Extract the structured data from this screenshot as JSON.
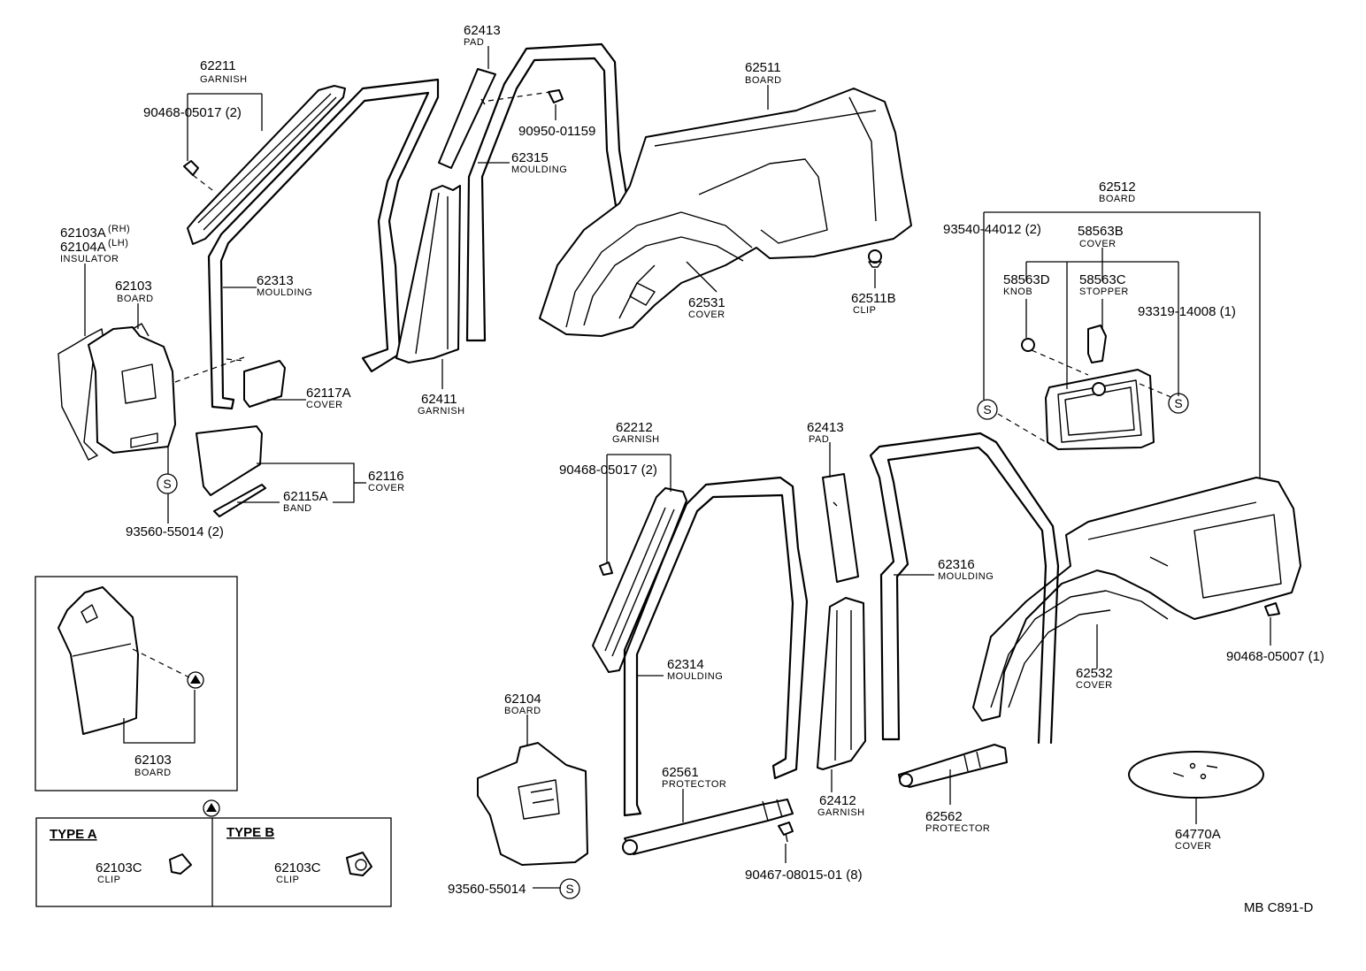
{
  "labels": {
    "g62211": {
      "num": "62211",
      "name": "GARNISH"
    },
    "f90468a": {
      "num": "90468-05017 (2)"
    },
    "ins": {
      "num1": "62103A",
      "sup1": "(RH)",
      "num2": "62104A",
      "sup2": "(LH)",
      "name": "INSULATOR"
    },
    "b62103": {
      "num": "62103",
      "name": "BOARD"
    },
    "m62313": {
      "num": "62313",
      "name": "MOULDING"
    },
    "p62413a": {
      "num": "62413",
      "name": "PAD"
    },
    "c90950": {
      "num": "90950-01159"
    },
    "m62315": {
      "num": "62315",
      "name": "MOULDING"
    },
    "g62411": {
      "num": "62411",
      "name": "GARNISH"
    },
    "c62117a": {
      "num": "62117A",
      "name": "COVER"
    },
    "c62116": {
      "num": "62116",
      "name": "COVER"
    },
    "b62115a": {
      "num": "62115A",
      "name": "BAND"
    },
    "s93560a": {
      "num": "93560-55014 (2)"
    },
    "b62511": {
      "num": "62511",
      "name": "BOARD"
    },
    "c62531": {
      "num": "62531",
      "name": "COVER"
    },
    "cl62511b": {
      "num": "62511B",
      "name": "CLIP"
    },
    "b62512": {
      "num": "62512",
      "name": "BOARD"
    },
    "s93540": {
      "num": "93540-44012 (2)"
    },
    "c58563b": {
      "num": "58563B",
      "name": "COVER"
    },
    "k58563d": {
      "num": "58563D",
      "name": "KNOB"
    },
    "st58563c": {
      "num": "58563C",
      "name": "STOPPER"
    },
    "s93319": {
      "num": "93319-14008 (1)"
    },
    "g62212": {
      "num": "62212",
      "name": "GARNISH"
    },
    "f90468b": {
      "num": "90468-05017 (2)"
    },
    "p62413b": {
      "num": "62413",
      "name": "PAD"
    },
    "m62316": {
      "num": "62316",
      "name": "MOULDING"
    },
    "m62314": {
      "num": "62314",
      "name": "MOULDING"
    },
    "c62532": {
      "num": "62532",
      "name": "COVER"
    },
    "f90468c": {
      "num": "90468-05007 (1)"
    },
    "b62104": {
      "num": "62104",
      "name": "BOARD"
    },
    "pr62561": {
      "num": "62561",
      "name": "PROTECTOR"
    },
    "g62412": {
      "num": "62412",
      "name": "GARNISH"
    },
    "pr62562": {
      "num": "62562",
      "name": "PROTECTOR"
    },
    "c64770a": {
      "num": "64770A",
      "name": "COVER"
    },
    "s90467": {
      "num": "90467-08015-01 (8)"
    },
    "s93560b": {
      "num": "93560-55014"
    },
    "inset": {
      "num": "62103",
      "name": "BOARD"
    },
    "typeA": {
      "title": "TYPE  A",
      "num": "62103C",
      "name": "CLIP"
    },
    "typeB": {
      "title": "TYPE  B",
      "num": "62103C",
      "name": "CLIP"
    },
    "screw_symbol": "S",
    "ref": "MB  C891-D"
  }
}
